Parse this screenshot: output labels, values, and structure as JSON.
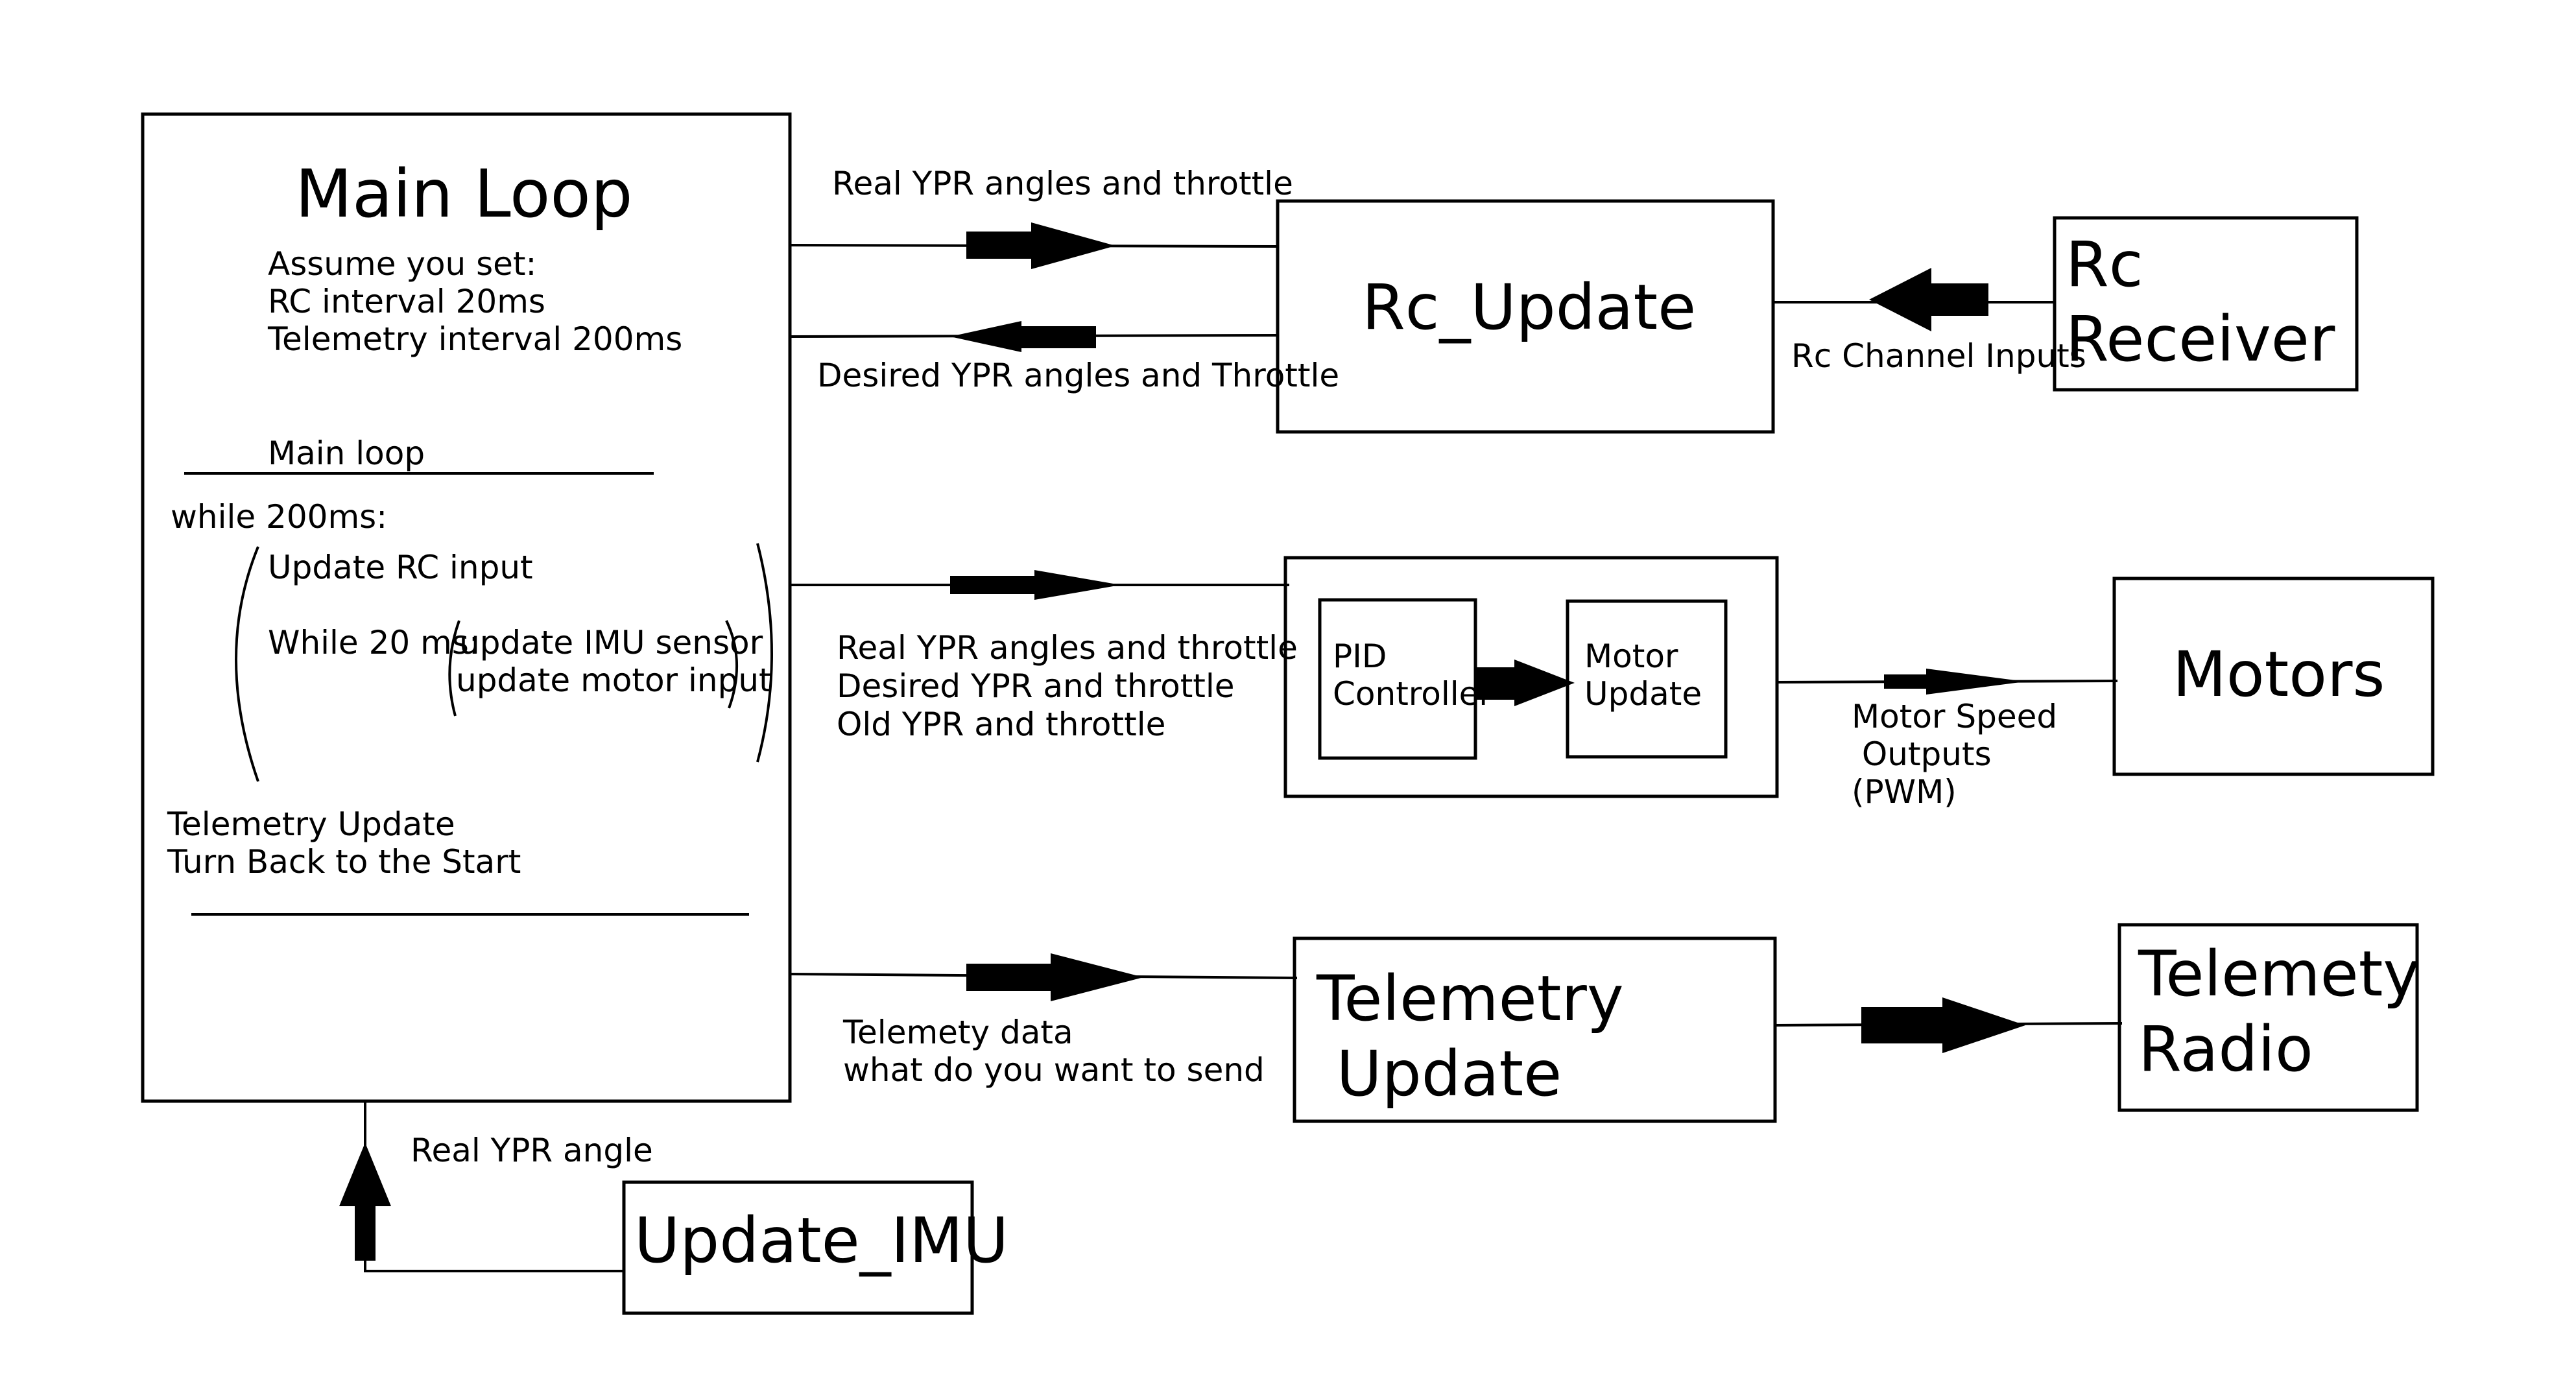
{
  "main_loop": {
    "title": "Main Loop",
    "assume_lines": [
      "Assume you set:",
      "RC interval 20ms",
      "Telemetry interval 200ms"
    ],
    "section_label": "Main loop",
    "while_outer": "while 200ms:",
    "update_rc": "Update RC input",
    "while_inner": "While 20 ms:",
    "inner_steps": [
      "update IMU sensor",
      "update motor input"
    ],
    "footer_lines": [
      "Telemetry Update",
      "Turn Back to the Start"
    ]
  },
  "blocks": {
    "rc_update": "Rc_Update",
    "rc_receiver": [
      "Rc",
      "Receiver"
    ],
    "pid_controller": [
      "PID",
      "Controller"
    ],
    "motor_update": [
      "Motor",
      "Update"
    ],
    "motors": "Motors",
    "telemetry_update": [
      "Telemetry",
      " Update"
    ],
    "telemetry_radio": [
      "Telemety",
      "Radio"
    ],
    "update_imu": "Update_IMU"
  },
  "labels": {
    "real_ypr_throttle_top": "Real YPR angles and throttle",
    "desired_ypr_throttle": "Desired YPR angles and Throttle",
    "rc_channel_inputs": "Rc Channel Inputs",
    "pid_inputs": [
      "Real YPR angles and throttle",
      "Desired YPR and throttle",
      "Old YPR and throttle"
    ],
    "motor_speed_outputs": [
      "Motor Speed",
      " Outputs",
      "(PWM)"
    ],
    "telemetry_data": [
      "Telemety data",
      "what do you want to send"
    ],
    "real_ypr_angle": "Real YPR angle"
  }
}
